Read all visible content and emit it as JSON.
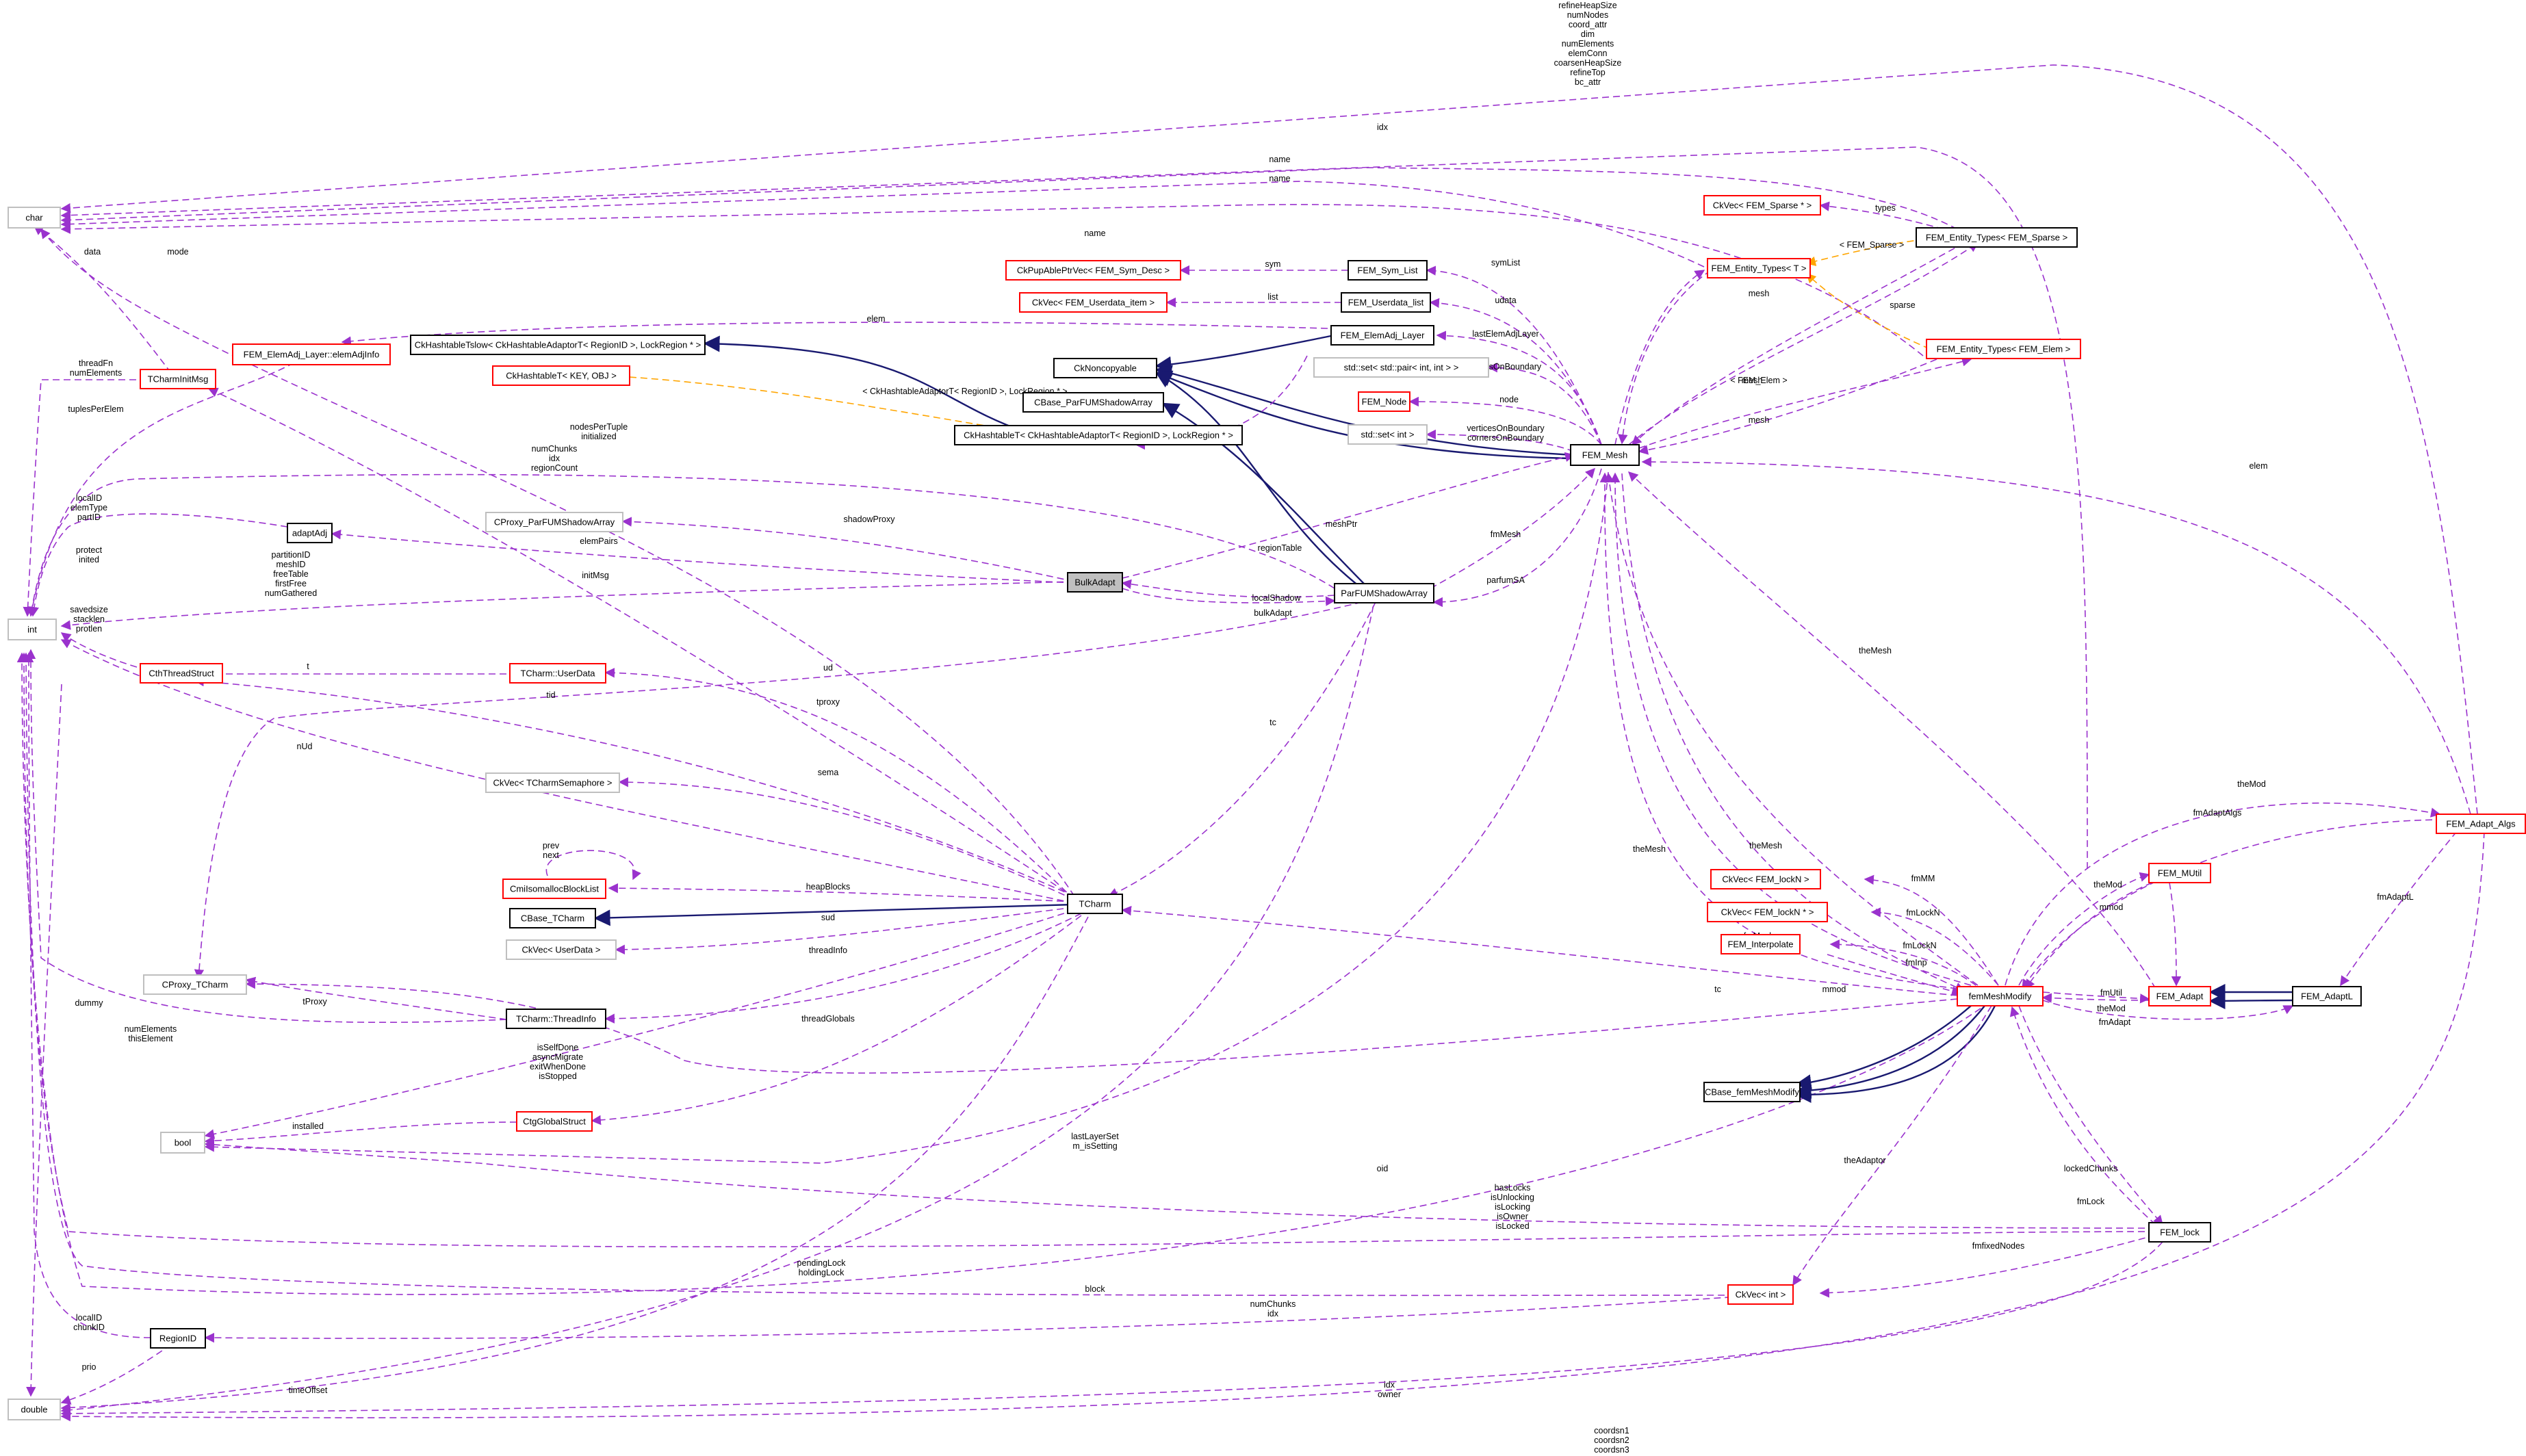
{
  "colors": {
    "usage_edge": "#9a32cd",
    "inheritance_edge": "#191970",
    "template_edge": "#ffa500",
    "focus_fill": "#bfbfbf",
    "undocumented_border": "#ff0000",
    "documented_border": "#000000",
    "builtin_border": "#bfbfbf"
  },
  "nodes": {
    "char": "char",
    "int": "int",
    "bool": "bool",
    "double": "double",
    "ck_hashtable_tslow": "CkHashtableTslow< CkHashtableAdaptorT< RegionID >, LockRegion * >",
    "ck_hashtable_t": "CkHashtableT< KEY, OBJ >",
    "fem_elem_adj_layer_info": "FEM_ElemAdj_Layer::elemAdjInfo",
    "tcharm_init_msg": "TCharmInitMsg",
    "ckpup_able_ptr_vec": "CkPupAblePtrVec< FEM_Sym_Desc >",
    "ckvec_userdata_item": "CkVec< FEM_Userdata_item >",
    "ck_noncopyable": "CkNoncopyable",
    "cbase_parfum": "CBase_ParFUMShadowArray",
    "ck_hashtable_t_region": "CkHashtableT< CkHashtableAdaptorT< RegionID >, LockRegion * >",
    "cproxy_parfum": "CProxy_ParFUMShadowArray",
    "adapt_adj": "adaptAdj",
    "bulk_adapt": "BulkAdapt",
    "parfum_shadow_array": "ParFUMShadowArray",
    "cth_thread_struct": "CthThreadStruct",
    "tcharm_userdata": "TCharm::UserData",
    "ckvec_tcharm_semaphore": "CkVec< TCharmSemaphore >",
    "cmi_isomalloc_blocklist": "CmiIsomallocBlockList",
    "cbase_tcharm": "CBase_TCharm",
    "ckvec_userdata": "CkVec< UserData >",
    "tcharm": "TCharm",
    "cproxy_tcharm": "CProxy_TCharm",
    "tcharm_threadinfo": "TCharm::ThreadInfo",
    "ctg_global_struct": "CtgGlobalStruct",
    "region_id": "RegionID",
    "fem_sym_list": "FEM_Sym_List",
    "fem_userdata_list": "FEM_Userdata_list",
    "fem_elem_adj_layer": "FEM_ElemAdj_Layer",
    "std_set_pair": "std::set< std::pair< int, int > >",
    "fem_node": "FEM_Node",
    "std_set_int": "std::set< int >",
    "fem_mesh": "FEM_Mesh",
    "ckvec_fem_sparse": "CkVec< FEM_Sparse * >",
    "fem_entity_types_t": "FEM_Entity_Types< T >",
    "fem_entity_types_sparse": "FEM_Entity_Types< FEM_Sparse >",
    "fem_entity_types_elem": "FEM_Entity_Types< FEM_Elem >",
    "ckvec_fem_lockn": "CkVec< FEM_lockN >",
    "ckvec_fem_lockn_ptr": "CkVec< FEM_lockN * >",
    "fem_interpolate": "FEM_Interpolate",
    "fem_mesh_modify": "femMeshModify",
    "cbase_fem_mesh_modify": "CBase_femMeshModify",
    "ckvec_int": "CkVec< int >",
    "fem_mutil": "FEM_MUtil",
    "fem_adapt": "FEM_Adapt",
    "fem_adaptl": "FEM_AdaptL",
    "fem_adapt_algs": "FEM_Adapt_Algs",
    "fem_lock": "FEM_lock"
  },
  "edge_labels": [
    "refineHeapSize\nnumNodes\ncoord_attr\ndim\nnumElements\nelemConn\ncoarsenHeapSize\nrefineTop\nbc_attr",
    "idx",
    "name",
    "name",
    "name",
    "mode",
    "data",
    "threadFn\nnumElements",
    "tuplesPerElem",
    "nodesPerTuple\ninitialized",
    "numChunks\nidx\nregionCount",
    "localID\nelemType\npartID",
    "protect\ninited",
    "partitionID\nmeshID\nfreeTable\nfirstFree\nnumGathered",
    "initMsg",
    "savedsize\nstacklen\nprotlen",
    "tid",
    "nUd",
    "dummy",
    "numElements\nthisElement",
    "installed",
    "prio",
    "localID\nchunkID",
    "timeOffset",
    "sym",
    "list",
    "elem",
    "< CkHashtableAdaptorT< RegionID >, LockRegion * >",
    "shadowProxy",
    "elemPairs",
    "regionTable",
    "localShadow",
    "bulkAdapt",
    "meshPtr",
    "fmMesh",
    "parfumSA",
    "t",
    "ud",
    "tproxy",
    "tc",
    "sema",
    "prev\nnext",
    "heapBlocks",
    "sud",
    "threadInfo",
    "tProxy",
    "threadGlobals",
    "isSelfDone\nasyncMigrate\nexitWhenDone\nisStopped",
    "lastLayerSet\nm_isSetting",
    "pendingLock\nholdingLock",
    "block",
    "numChunks\nidx",
    "idx\nowner",
    "coordsn1\ncoordsn2\ncoordsn3",
    "oid",
    "hasLocks\nisUnlocking\nisLocking\nisOwner\nisLocked",
    "symList",
    "udata",
    "lastElemAdjLayer",
    "edgesOnBoundary",
    "node",
    "verticesOnBoundary\ncornersOnBoundary",
    "types",
    "< FEM_Sparse >",
    "mesh",
    "mesh",
    "sparse",
    "< FEM_Elem >",
    "mesh",
    "elem",
    "theMesh",
    "theMesh",
    "theMesh",
    "fmMesh",
    "fmMM",
    "fmLockN",
    "fmLockN",
    "fmInp",
    "theMod",
    "fmAdaptAlgs",
    "theMod",
    "mmod",
    "fmUtil",
    "theMod",
    "fmAdapt",
    "fmAdaptL",
    "theAdaptor",
    "fmfixedNodes",
    "lockedChunks",
    "fmLock",
    "mmod",
    "tc",
    "fmMesh"
  ]
}
